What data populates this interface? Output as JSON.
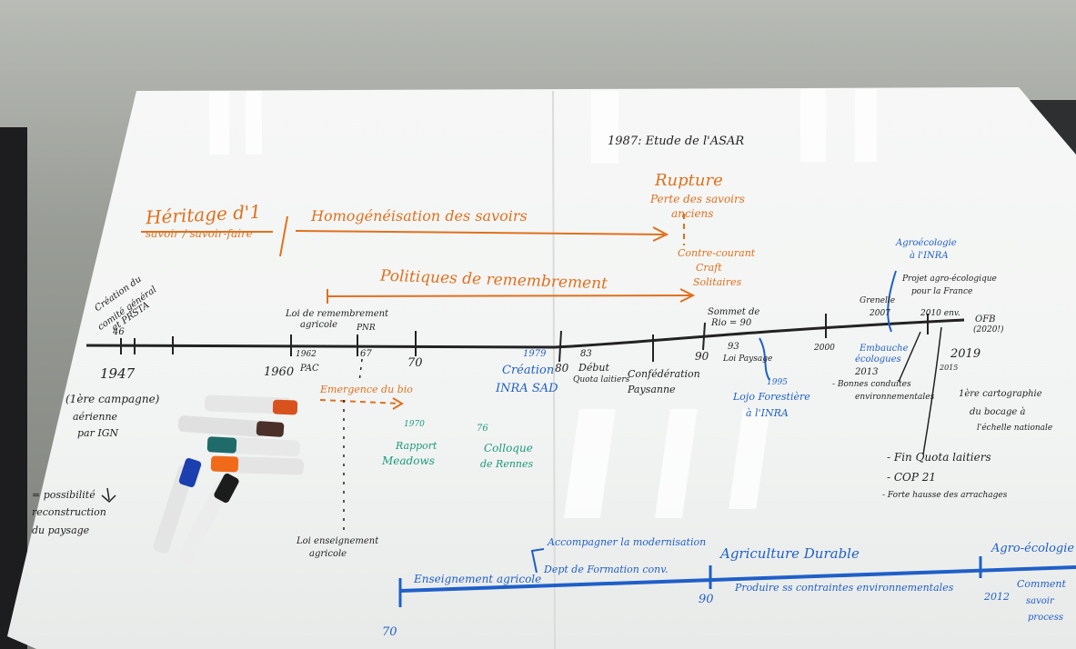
{
  "board": {
    "study_title": "1987: Etude de l'ASAR",
    "heritage": "Héritage d'1",
    "heritage_sub": "savoir / savoir-faire",
    "homogenisation": "Homogénéisation des savoirs",
    "rupture": "Rupture",
    "rupture_sub1": "Perte des savoirs",
    "rupture_sub2": "anciens",
    "contre_courant": "Contre-courant",
    "craft": "Craft",
    "solitairs": "Solitaires",
    "politiques": "Politiques de remembrement",
    "creation": "Création du",
    "creation2": "comité général",
    "creation3": "et PRSTA",
    "y46": "46",
    "y1947": "1947",
    "loi": "Loi de remembrement",
    "loi2": "agricole",
    "y1962": "1962",
    "pac": "PAC",
    "pnr": "PNR",
    "y67": "67",
    "y1960": "1960",
    "y70": "70",
    "y1979": "1979",
    "y80": "80",
    "y83": "83",
    "debut": "Début",
    "debut2": "Quota laitiers",
    "conf": "Confédération",
    "conf2": "Paysanne",
    "sommet": "Sommet de",
    "sommet2": "Rio = 90",
    "y90": "90",
    "y93": "93",
    "paysage": "Loi Paysage",
    "y1995": "1995",
    "lojo": "Lojo Forestière",
    "lojo2": "à l'INRA",
    "y2000": "2000",
    "grenelle": "Grenelle",
    "y2007": "2007",
    "agroeco": "Agroécologie",
    "agroeco2": "à l'INRA",
    "projet": "Projet agro-écologique",
    "projet2": "pour la France",
    "y2010": "2010 env.",
    "ofb": "OFB",
    "ofb2": "(2020!)",
    "y2019": "2019",
    "y2015": "2015",
    "embauche": "Embauche",
    "embauche2": "écologues",
    "y2013": "2013",
    "bonnes": "- Bonnes conduites",
    "bonnes2": "environnementales",
    "cartographie": "1ère cartographie",
    "cartographie2": "du bocage à",
    "cartographie3": "l'échelle nationale",
    "fin": "- Fin Quota laitiers",
    "cop": "- COP 21",
    "forte": "- Forte hausse des arrachages",
    "creation_inra": "Création",
    "creation_inra2": "INRA SAD",
    "campagne": "(1ère campagne)",
    "campagne2": "aérienne",
    "campagne3": "par IGN",
    "possibilite": "= possibilité",
    "possibilite2": "reconstruction",
    "possibilite3": "du paysage",
    "emergence": "Emergence du bio",
    "y1970": "1970",
    "rapport": "Rapport",
    "meadows": "Meadows",
    "y1976": "76",
    "colloque": "Colloque",
    "rennes": "de Rennes",
    "enseignement_loi": "Loi enseignement",
    "enseignement_loi2": "agricole",
    "enseignement": "Enseignement agricole",
    "accompagner": "Accompagner la modernisation",
    "dept": "Dept de Formation conv.",
    "durable": "Agriculture Durable",
    "produire": "Produire ss contraintes environnementales",
    "agroeco_right": "Agro-écologie",
    "y2012": "2012",
    "comment": "Comment",
    "savoir": "savoir",
    "process": "process",
    "b70": "70",
    "b90": "90"
  },
  "colors": {
    "board": "#f4f6f5",
    "orange_ink": "#e0701e",
    "black_ink": "#222222",
    "blue_ink": "#1f5fc8",
    "green_ink": "#1d9a7a"
  }
}
